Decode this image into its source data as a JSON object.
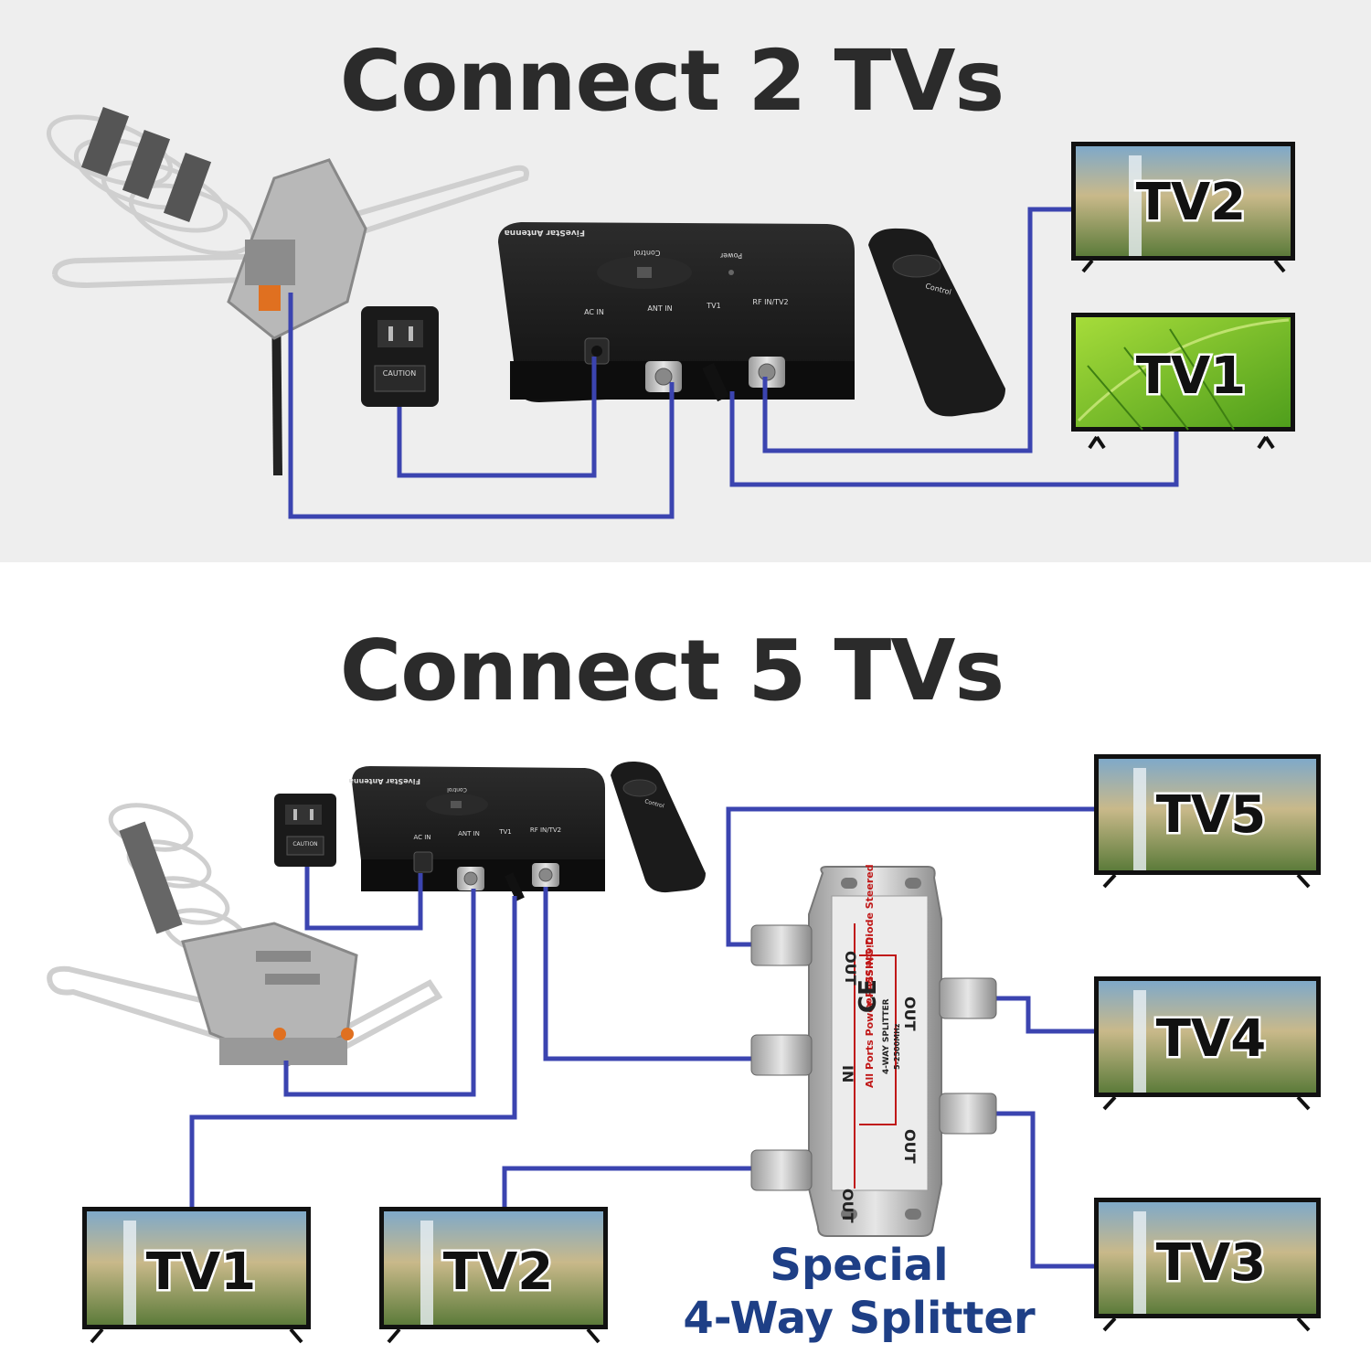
{
  "top_section": {
    "title": "Connect 2 TVs",
    "amplifier": {
      "brand": "FiveStar Antenna",
      "control_label": "Control",
      "power_label": "Power",
      "ports": [
        "AC IN",
        "ANT IN",
        "TV1",
        "RF IN/TV2"
      ]
    },
    "adapter_label": "CAUTION",
    "remote_label": "Control",
    "tvs": [
      "TV2",
      "TV1"
    ]
  },
  "bottom_section": {
    "title": "Connect 5 TVs",
    "amplifier": {
      "brand": "FiveStar Antenna",
      "control_label": "Control",
      "ports": [
        "AC IN",
        "ANT IN",
        "TV1",
        "RF IN/TV2"
      ]
    },
    "adapter_label": "CAUTION",
    "remote_label": "Control",
    "splitter": {
      "ports": [
        "OUT",
        "OUT",
        "IN",
        "OUT",
        "OUT"
      ],
      "diode_label": "Diode Steered",
      "body_text": [
        "All Ports Power PASSING Diode Steered",
        "4-WAY SPLITTER",
        "5-2500MHz"
      ],
      "ce_mark": "CE"
    },
    "tvs": [
      "TV5",
      "TV4",
      "TV3",
      "TV1",
      "TV2"
    ],
    "caption_line1": "Special",
    "caption_line2": "4-Way Splitter"
  },
  "colors": {
    "cable": "#3b44b0",
    "top_background": "#eeeeee",
    "title_text": "#2b2b2b",
    "caption_text": "#1e3f86",
    "screen_green": "#74c22c",
    "device_black": "#1a1a1a"
  }
}
